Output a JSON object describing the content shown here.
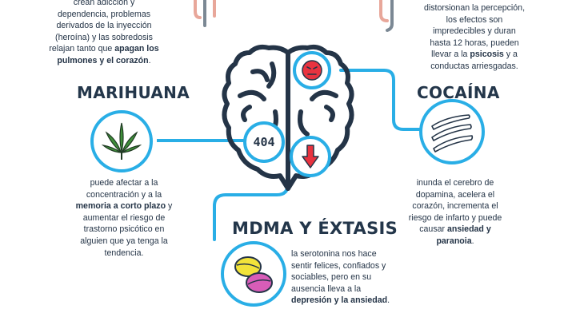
{
  "heroina_text": {
    "line1": "crean adicción y",
    "line2": "dependencia, problemas",
    "line3": "derivados de la inyección",
    "line4": "(heroína) y las sobredosis",
    "line5_pre": "relajan tanto que ",
    "line5_bold": "apagan los",
    "line6_bold": "pulmones y el corazón",
    "line6_post": "."
  },
  "lsd_text": {
    "line1": "distorsionan la percepción,",
    "line2": "los efectos son",
    "line3": "impredecibles y duran",
    "line4": "hasta 12 horas, pueden",
    "line5_pre": "llevar a la ",
    "line5_bold": "psicosis",
    "line5_post": " y a",
    "line6": "conductas arriesgadas."
  },
  "marihuana": {
    "title": "MARIHUANA",
    "icon": "cannabis-leaf-icon",
    "line1": "puede afectar a la",
    "line2": "concentración y a la",
    "line3_bold": "memoria a corto plazo",
    "line3_post": " y",
    "line4": "aumentar el riesgo de",
    "line5": "trastorno psicótico en",
    "line6": "alguien que ya tenga la",
    "line7": "tendencia."
  },
  "cocaina": {
    "title": "COCAÍNA",
    "icon": "cocaine-lines-icon",
    "line1": "inunda el cerebro de",
    "line2": "dopamina, acelera el",
    "line3": "corazón, incrementa el",
    "line4": "riesgo de infarto y puede",
    "line5_pre": "causar ",
    "line5_bold": "ansiedad y",
    "line6_bold": "paranoia",
    "line6_post": "."
  },
  "mdma": {
    "title": "MDMA Y ÉXTASIS",
    "icon": "pills-icon",
    "line1": "la serotonina nos hace",
    "line2": "sentir felices, confiados y",
    "line3": "sociables, pero en su",
    "line4": "ausencia lleva a la",
    "line5_bold": "depresión y la ansiedad",
    "line5_post": "."
  },
  "brain": {
    "badge_label": "404",
    "top_icon": "angry-face-icon",
    "bottom_icon": "down-arrow-icon"
  },
  "colors": {
    "accent_blue": "#29aee6",
    "brain_outline": "#243447",
    "red": "#e8333f",
    "yellow_pill": "#f2e33a",
    "pink_pill": "#d85db8",
    "leaf_green": "#3f8f3a"
  }
}
